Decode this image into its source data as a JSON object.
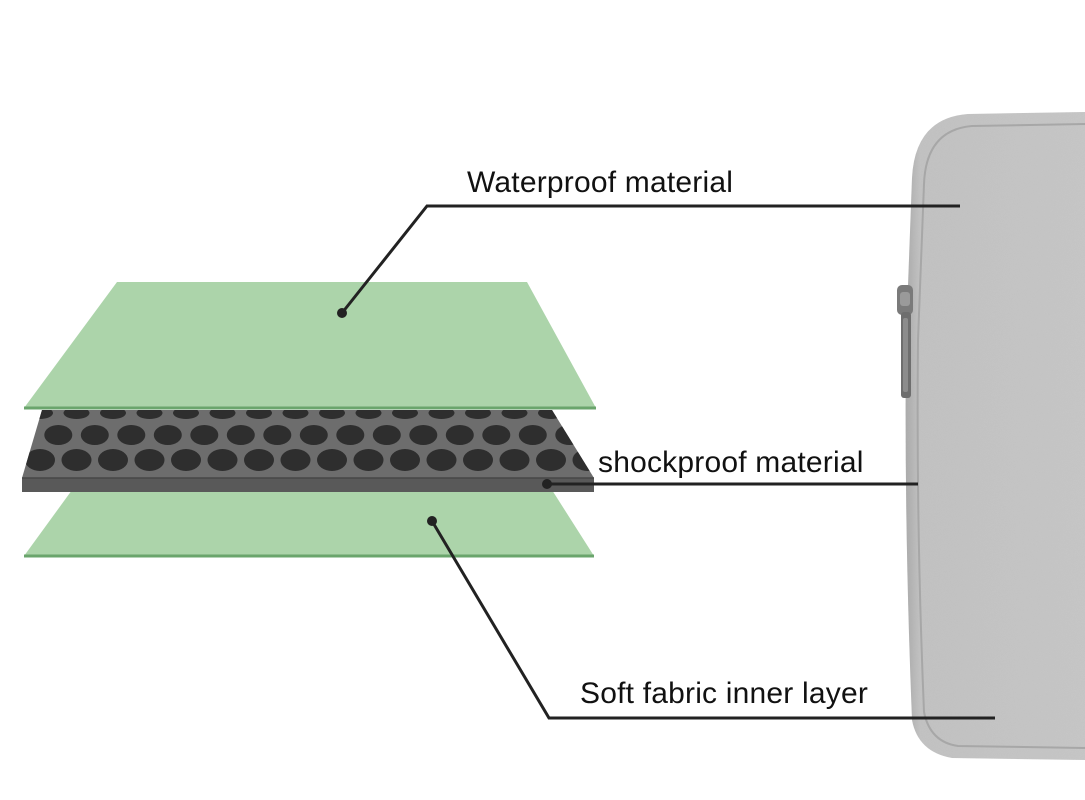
{
  "labels": {
    "waterproof": "Waterproof material",
    "shockproof": "shockproof material",
    "soft_fabric": "Soft fabric inner layer"
  },
  "colors": {
    "green_layer": "#acd4aa",
    "green_edge": "#6aa56c",
    "shock_top": "#6d6d6d",
    "shock_side": "#5a5a5a",
    "dots": "#2e2e2e",
    "leader_line": "#222222",
    "sleeve_fabric": "#bdbdbd"
  },
  "icons": {
    "sleeve": "laptop-sleeve-icon",
    "zipper": "zipper-pull-icon"
  }
}
